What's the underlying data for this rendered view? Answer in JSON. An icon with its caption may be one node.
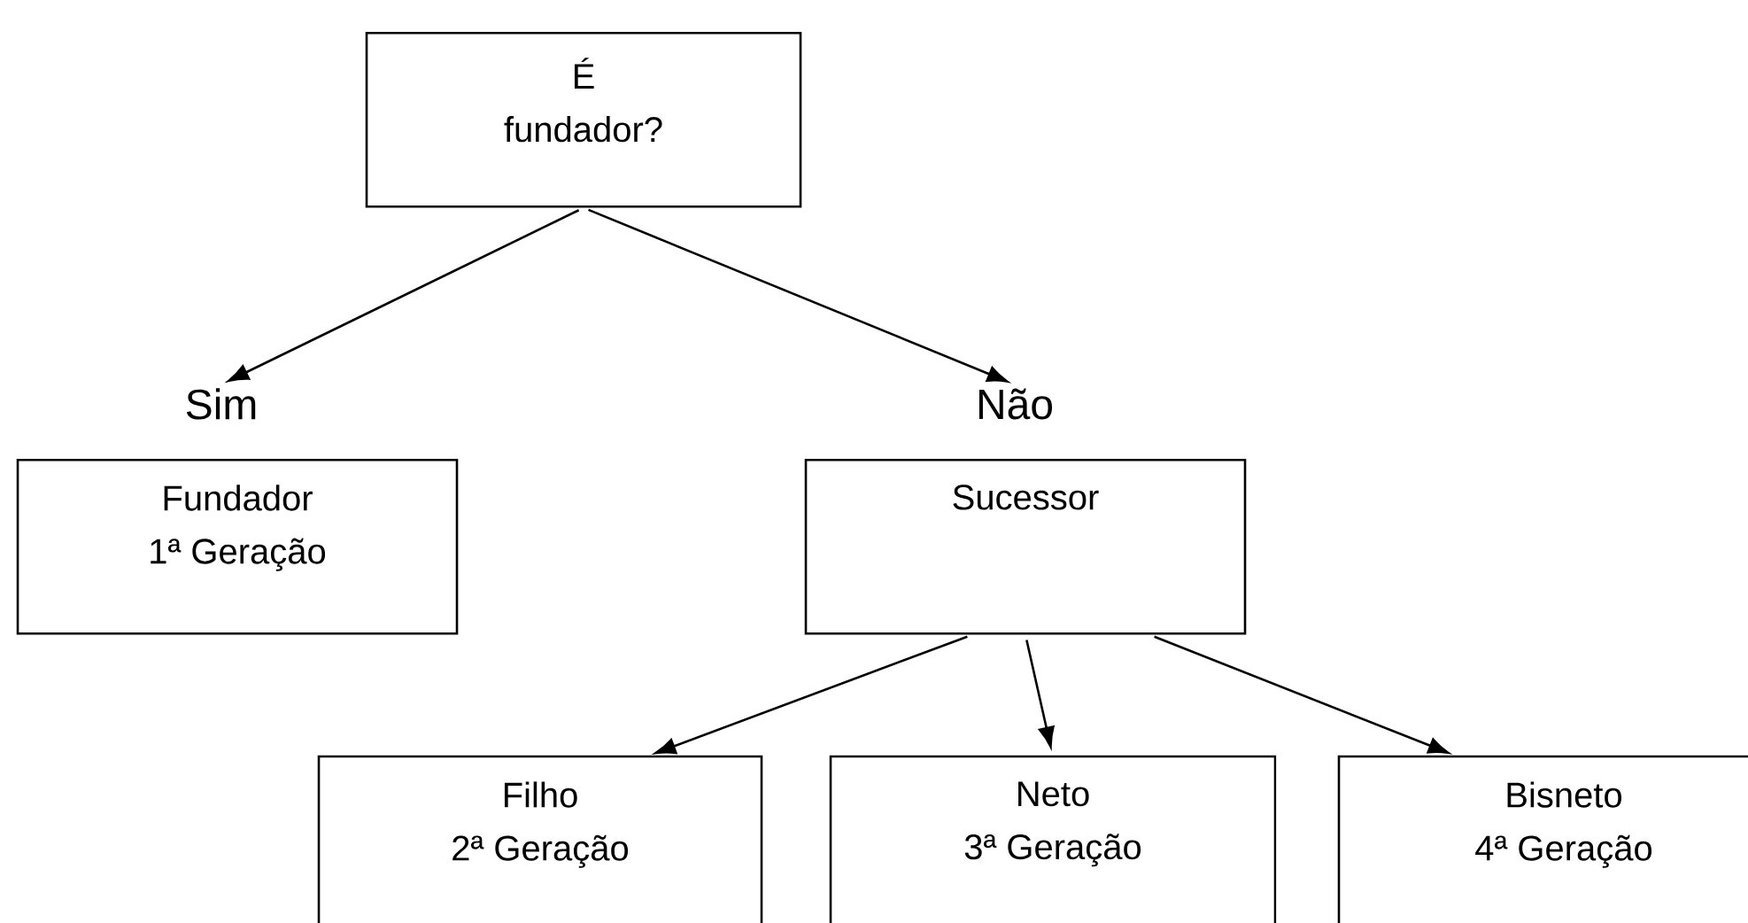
{
  "diagram": {
    "nodes": [
      {
        "text": [
          "É fundador?"
        ]
      },
      {
        "text": [
          "Sim"
        ]
      },
      {
        "text": [
          "Não"
        ]
      },
      {
        "text": [
          "Fundador 1ª Geração"
        ]
      },
      {
        "text": [
          "Sucessor"
        ]
      },
      {
        "text": [
          "Filho 2ª Geração"
        ]
      },
      {
        "text": [
          "Neto 3ª Geração"
        ]
      },
      {
        "text": [
          "Bisneto 4ª Geração"
        ]
      }
    ],
    "edges": [
      {
        "from": 0,
        "to": 1,
        "arrow": "to"
      },
      {
        "from": 0,
        "to": 2,
        "arrow": "to"
      },
      {
        "from": 4,
        "to": 5,
        "arrow": "to"
      },
      {
        "from": 4,
        "to": 6,
        "arrow": "to"
      },
      {
        "from": 4,
        "to": 7,
        "arrow": "to"
      }
    ]
  }
}
